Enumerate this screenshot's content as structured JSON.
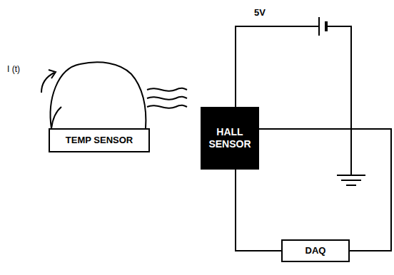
{
  "diagram": {
    "nodes": [
      {
        "text": [
          "TEMP SENSOR"
        ]
      },
      {
        "text": [
          "HALL SENSOR"
        ]
      },
      {
        "text": [
          "DAQ"
        ]
      }
    ],
    "edges": [
      {
        "from": 1,
        "to": 2,
        "arrow": "none"
      },
      {
        "from": 1,
        "to": 2,
        "arrow": "none"
      }
    ],
    "labels": [
      "I (t)",
      "5V"
    ]
  }
}
